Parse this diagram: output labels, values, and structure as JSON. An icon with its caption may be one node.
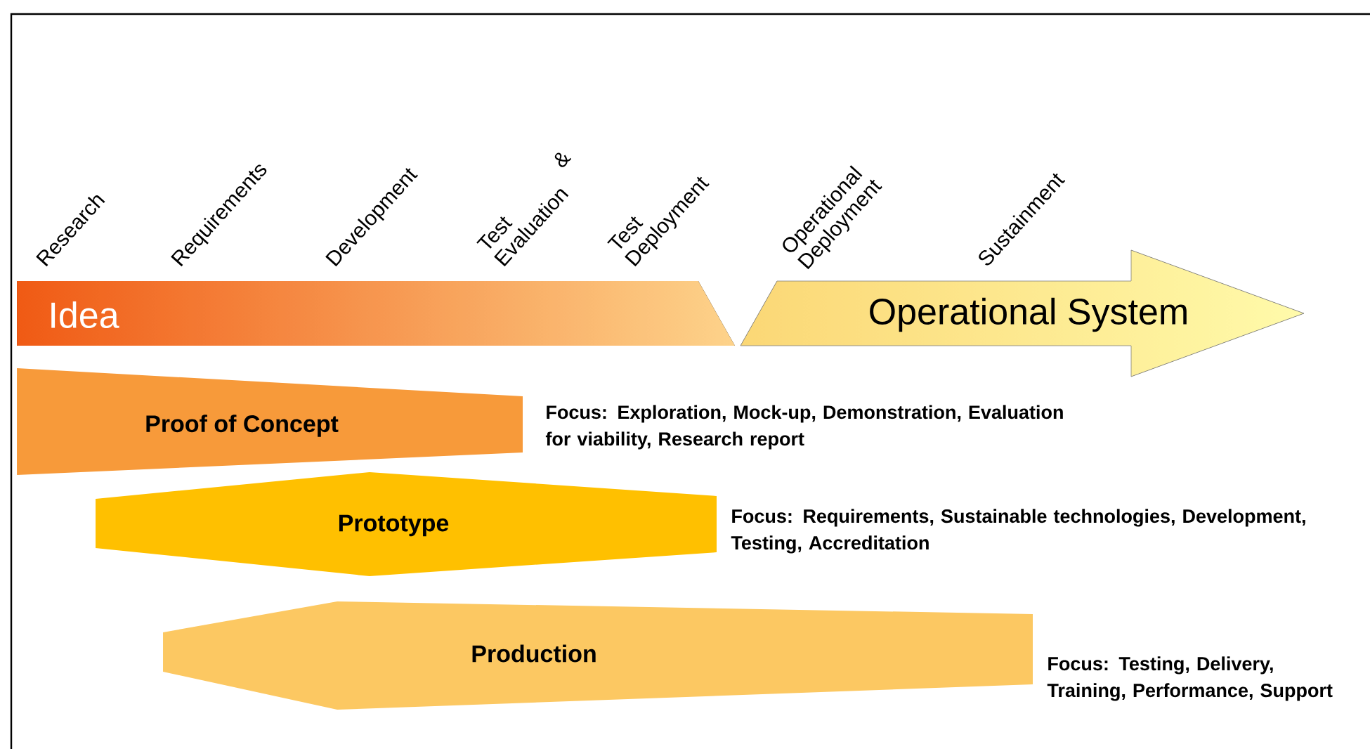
{
  "diagram": {
    "nodes": [
      {
        "text": [
          "Idea"
        ]
      },
      {
        "text": [
          "Operational System"
        ]
      },
      {
        "text": [
          "Proof of Concept"
        ],
        "beside": [
          "Focus: Exploration, Mock-up,  Demonstration, Evaluation for viability, Research report"
        ]
      },
      {
        "text": [
          "Prototype"
        ],
        "beside": [
          "Focus: Requirements, Sustainable technologies, Development, Testing, Accreditation"
        ]
      },
      {
        "text": [
          "Production"
        ],
        "beside": [
          "Focus: Testing, Delivery, Training, Performance, Support"
        ]
      }
    ],
    "labels": [
      "Research",
      "Requirements",
      "Development",
      "Test & Evaluation",
      "Test Deployment",
      "Operational Deployment",
      "Sustainment"
    ]
  }
}
